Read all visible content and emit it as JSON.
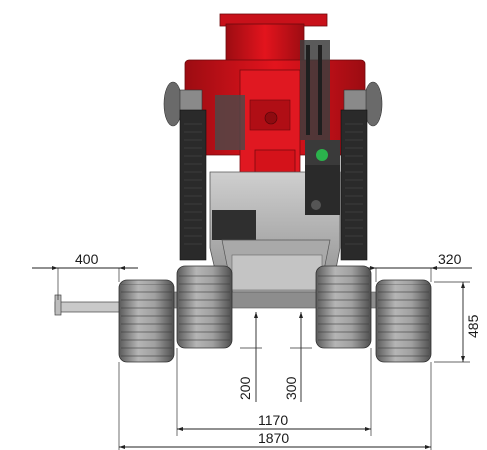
{
  "dimensions": {
    "outrigger_width": "400",
    "side_track_width": "320",
    "track_height": "485",
    "inner_clearance": "200",
    "center_clearance": "300",
    "inner_track_span": "1170",
    "overall_width": "1870"
  },
  "colors": {
    "machine_red": "#d4121a",
    "machine_red_dark": "#8e0b10",
    "track_grey": "#9a9a9a",
    "track_dark": "#4a4a4a",
    "chassis_grey": "#b9b9b9",
    "dimension_line": "#222222",
    "background": "#ffffff"
  }
}
